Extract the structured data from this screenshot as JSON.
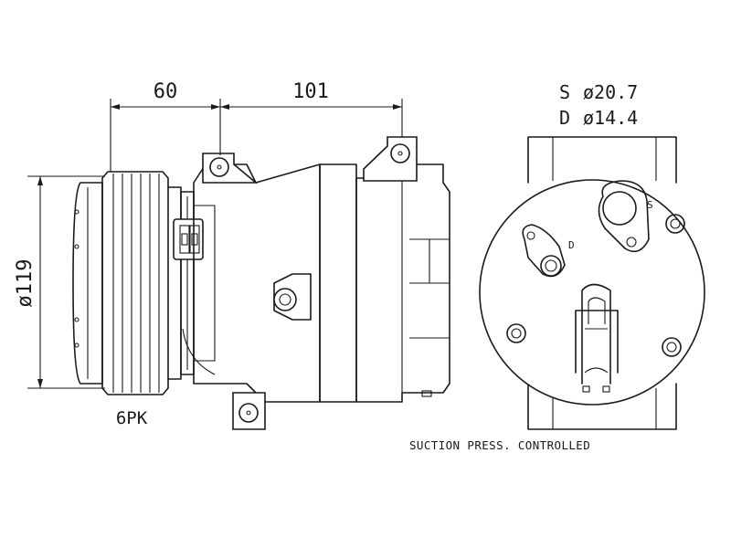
{
  "dimensions": {
    "pulley_to_mount": "60",
    "mount_to_mount": "101",
    "pulley_diameter": "ø119",
    "belt_type": "6PK"
  },
  "ports": {
    "suction_label": "S",
    "suction_diameter": "ø20.7",
    "discharge_label": "D",
    "discharge_diameter": "ø14.4",
    "suction_marker": "S",
    "discharge_marker": "D"
  },
  "note": "SUCTION PRESS. CONTROLLED",
  "icons": {
    "bolt_hole": "mount-hole-icon",
    "connector": "electrical-connector-icon"
  }
}
